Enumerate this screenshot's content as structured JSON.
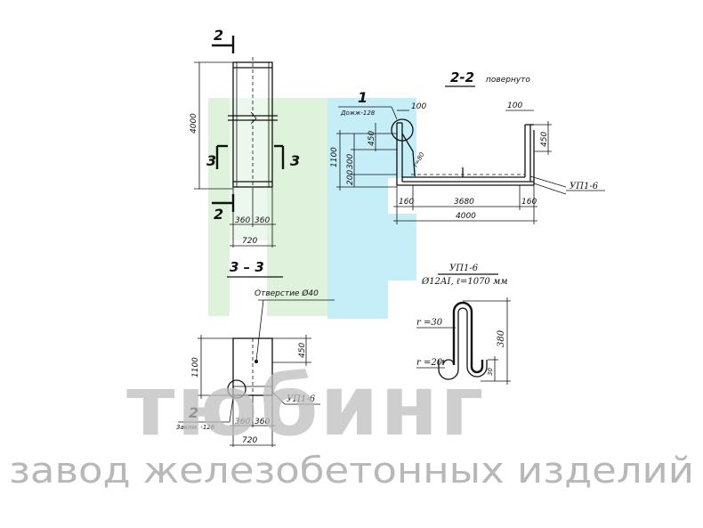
{
  "watermark": {
    "brand": "тюбинг",
    "subtitle": "завод железобетонных изделий",
    "colors": {
      "green": "#dff3dc",
      "blue": "#c5eef9",
      "text": "#bdbdbd"
    }
  },
  "front_view": {
    "section_mark": "2",
    "section_3_left": "3",
    "section_3_right": "3",
    "height_dim": "4000",
    "width_left": "360",
    "width_right": "360",
    "total_width": "720"
  },
  "section_2_2": {
    "title": "2-2",
    "note": "повернуто",
    "callout_number": "1",
    "callout_label": "Дожж-128",
    "dims": {
      "top_left": "100",
      "top_right": "100",
      "left_total": "1100",
      "left_upper": "450",
      "left_mid": "300",
      "left_bottom": "200",
      "radius": "r=80",
      "right_height": "450",
      "end_left": "160",
      "middle": "3680",
      "end_right": "160",
      "length": "4000"
    },
    "part_label": "УП1-6"
  },
  "section_3_3": {
    "title": "3 – 3",
    "hole_label": "Отверстие Ø40",
    "height_dim": "1100",
    "right_dim": "450",
    "part_label": "УП1-6",
    "callout_number": "2",
    "callout_label": "Закнм. -126",
    "width_left": "360",
    "width_right": "360",
    "total_width": "720"
  },
  "loop_detail": {
    "title": "УП1-6",
    "spec": "Ø12АI, ℓ=1070 мм",
    "radius_top": "r =30",
    "radius_bottom": "r =20",
    "height": "380",
    "bottom_height": "30"
  }
}
